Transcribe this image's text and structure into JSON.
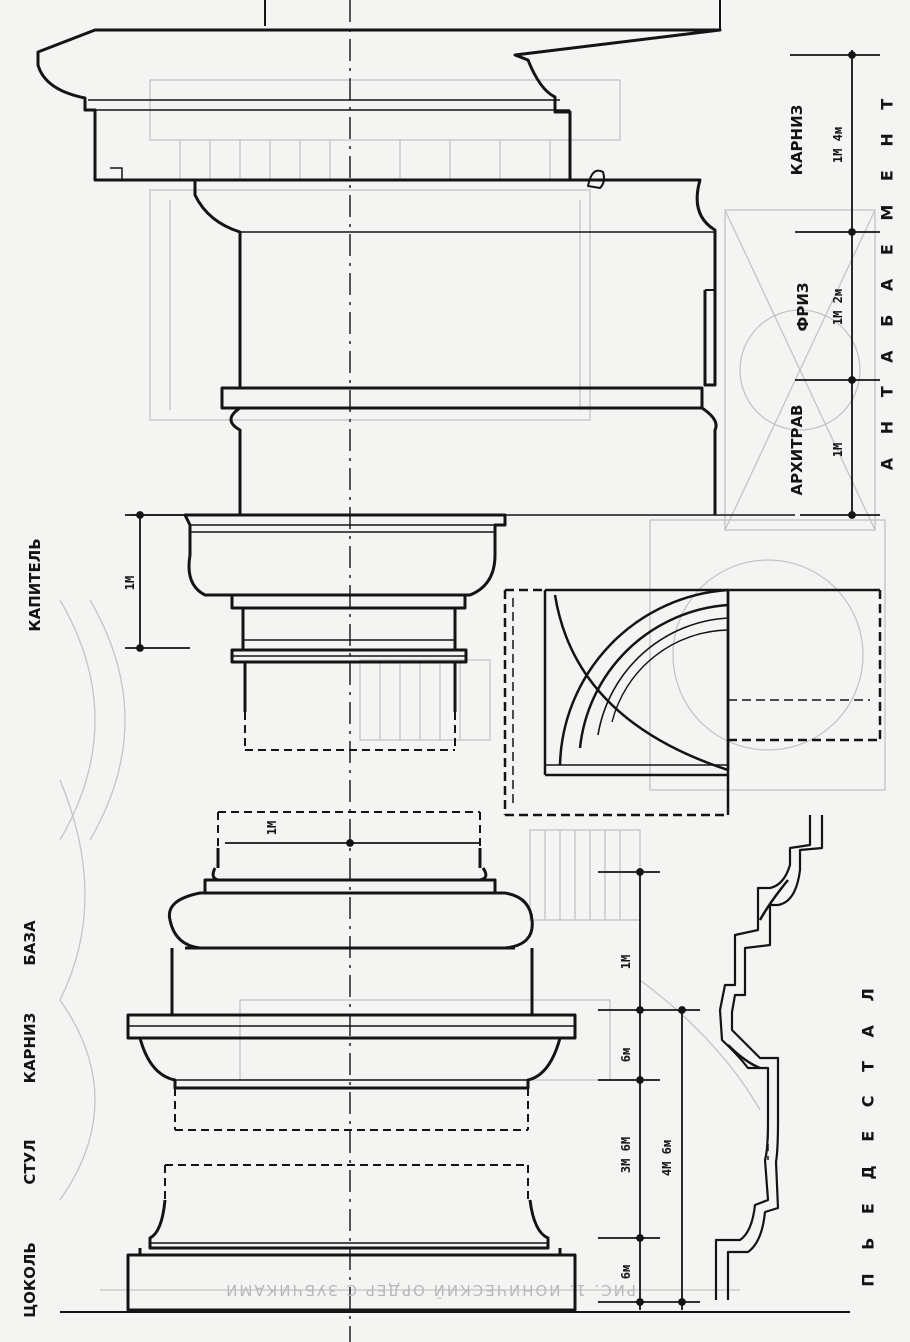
{
  "labels": {
    "entablature": "А Н Т А Б А Е М Е Н Т",
    "cornice_top": "КАРНИЗ",
    "frieze": "ФРИЗ",
    "architrave": "АРХИТРАВ",
    "capital": "КАПИТЕЛЬ",
    "base": "БАЗА",
    "cornice_pedestal": "КАРНИЗ",
    "die": "СТУЛ",
    "plinth": "ЦОКОЛЬ",
    "pedestal": "П Ь Е Д Е С Т А Л"
  },
  "dimensions": {
    "cornice_top": "1М 4м",
    "frieze": "1М 2м",
    "architrave": "1М",
    "capital": "1М",
    "column_shaft": "1М",
    "base": "1М",
    "pedestal_cornice": "6м",
    "die": "3М 6М",
    "pedestal_total": "4М 6м",
    "plinth": "6м"
  },
  "background_caption": "РИС. 1. ИОНИЧЕСКИЙ ОРДЕР С ЗУБЧИКАМИ",
  "colors": {
    "ink": "#141414",
    "paper": "#f4f4f2",
    "ghost": "#c4c4c4"
  }
}
